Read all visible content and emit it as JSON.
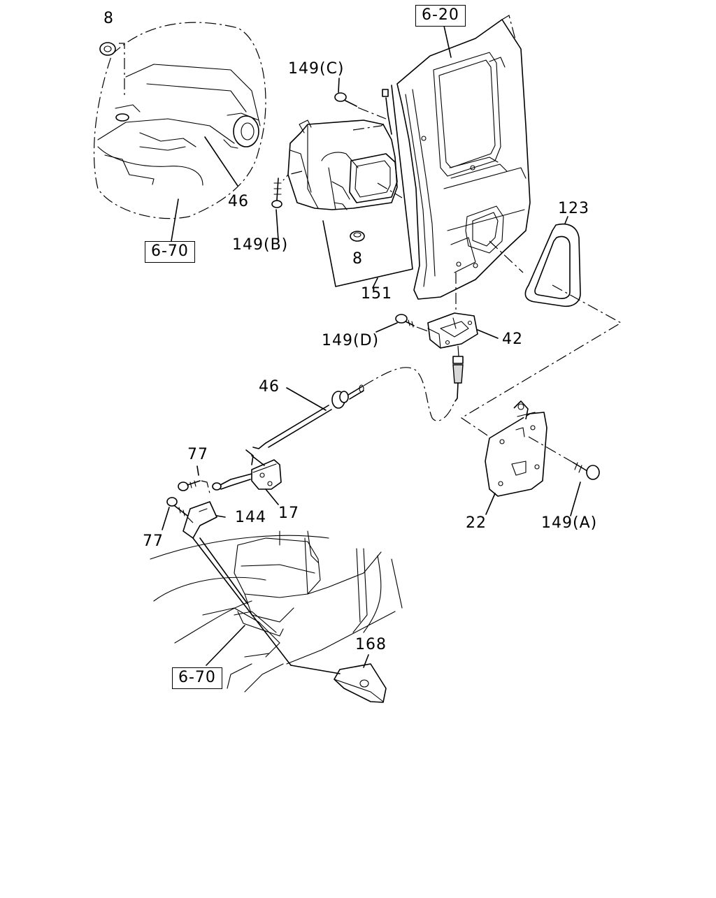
{
  "diagram": {
    "ref_boxes": {
      "top_left": "6-70",
      "top_right": "6-20",
      "bottom": "6-70"
    },
    "callouts": {
      "c8_top": "8",
      "c46_top": "46",
      "c149c": "149(C)",
      "c149b": "149(B)",
      "c8_mid": "8",
      "c151": "151",
      "c123": "123",
      "c149d": "149(D)",
      "c42": "42",
      "c46_mid": "46",
      "c77_top": "77",
      "c17": "17",
      "c144": "144",
      "c77_bottom": "77",
      "c22": "22",
      "c149a": "149(A)",
      "c168": "168"
    }
  }
}
